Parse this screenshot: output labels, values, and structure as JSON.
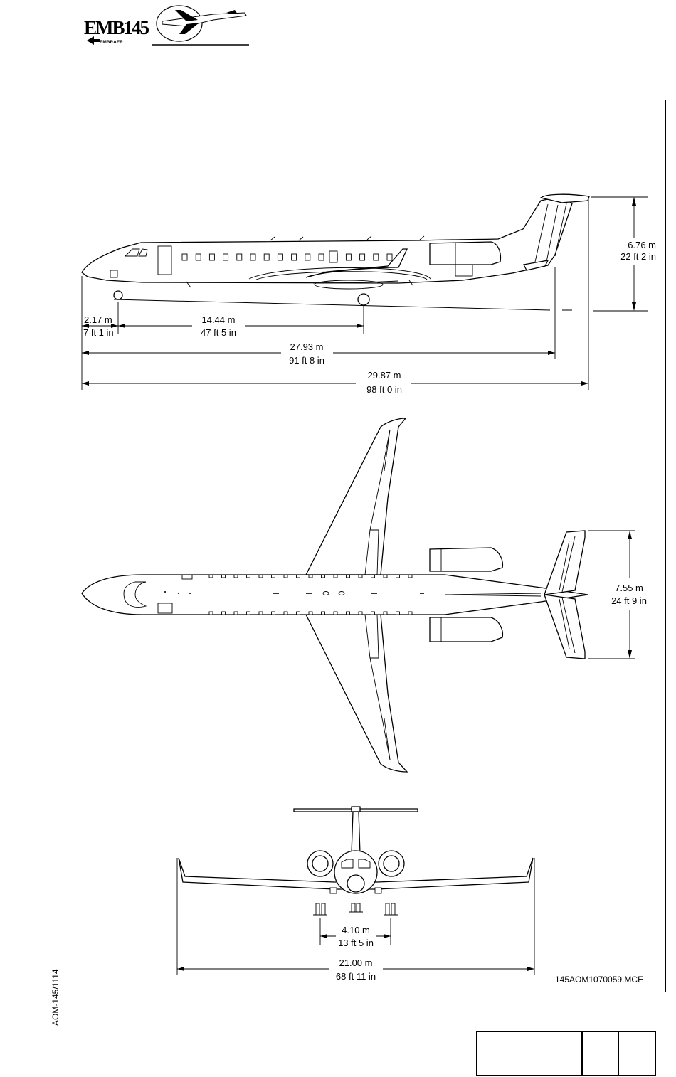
{
  "header": {
    "logo_model": "EMB145",
    "logo_brand": "EMBRAER"
  },
  "side_view": {
    "height_m": "6.76 m",
    "height_ft": "22 ft 2 in",
    "nose_to_nose_gear_m": "2.17 m",
    "nose_to_nose_gear_ft": "7 ft 1 in",
    "wheelbase_m": "14.44 m",
    "wheelbase_ft": "47 ft  5 in",
    "fuselage_length_m": "27.93 m",
    "fuselage_length_ft": "91 ft  8 in",
    "overall_length_m": "29.87 m",
    "overall_length_ft": "98 ft  0 in"
  },
  "top_view": {
    "stabilizer_span_m": "7.55 m",
    "stabilizer_span_ft": "24 ft  9 in"
  },
  "front_view": {
    "main_gear_track_m": "4.10 m",
    "main_gear_track_ft": "13 ft 5 in",
    "wingspan_m": "21.00 m",
    "wingspan_ft": "68 ft  11 in"
  },
  "figure_id": "145AOM1070059.MCE",
  "page_ref": "AOM-145/1114"
}
